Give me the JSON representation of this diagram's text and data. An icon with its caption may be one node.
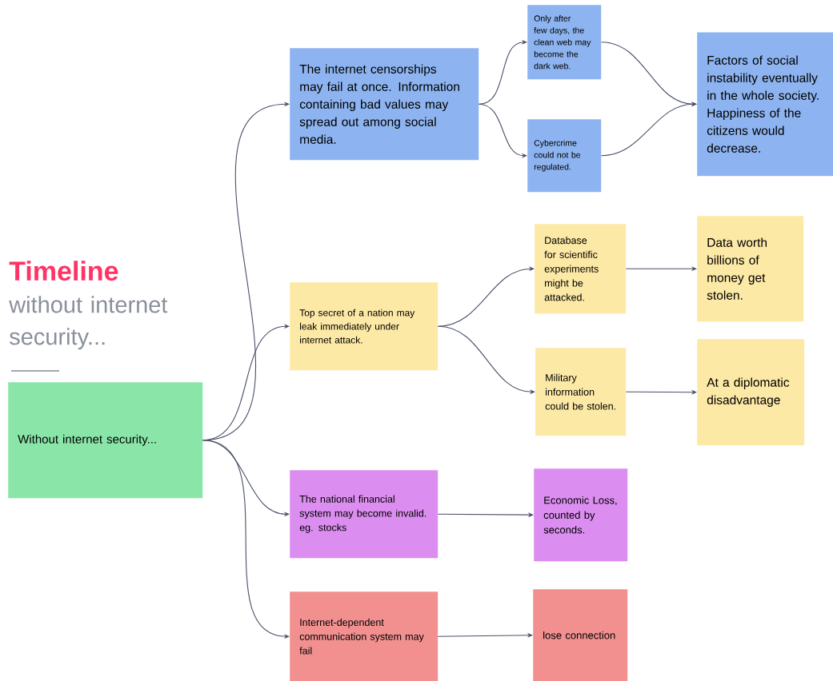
{
  "diagram": {
    "title": "Timeline",
    "labels": [
      "without internet security..."
    ],
    "nodes": [
      {
        "text": [
          "Without internet security..."
        ]
      },
      {
        "text": [
          "The internet censorships may fail at once. Information containing bad values may spread out among social media."
        ]
      },
      {
        "text": [
          "Only after few days, the clean web may become the dark web."
        ]
      },
      {
        "text": [
          "Cybercrime could not be regulated."
        ]
      },
      {
        "text": [
          "Factors of social instability eventually in the whole society. Happiness of the citizens would decrease."
        ]
      },
      {
        "text": [
          "Top secret of a nation may leak immediately under internet attack."
        ]
      },
      {
        "text": [
          "Database for scientific experiments might be attacked."
        ]
      },
      {
        "text": [
          "Data worth billions of money get stolen."
        ]
      },
      {
        "text": [
          "Military information could be stolen."
        ]
      },
      {
        "text": [
          "At a diplomatic disadvantage"
        ]
      },
      {
        "text": [
          "The national financial system may become invalid. eg. stocks"
        ]
      },
      {
        "text": [
          "Economic Loss, counted by seconds."
        ]
      },
      {
        "text": [
          "Internet-dependent communication system may fail"
        ]
      },
      {
        "text": [
          "lose connection"
        ]
      }
    ],
    "edges": [
      {
        "from": 0,
        "to": 1,
        "arrow": "to"
      },
      {
        "from": 0,
        "to": 5,
        "arrow": "to"
      },
      {
        "from": 0,
        "to": 10,
        "arrow": "to"
      },
      {
        "from": 0,
        "to": 12,
        "arrow": "to"
      },
      {
        "from": 1,
        "to": 2,
        "arrow": "to"
      },
      {
        "from": 1,
        "to": 3,
        "arrow": "to"
      },
      {
        "from": 2,
        "to": 4,
        "arrow": "to"
      },
      {
        "from": 3,
        "to": 4,
        "arrow": "to"
      },
      {
        "from": 5,
        "to": 6,
        "arrow": "to"
      },
      {
        "from": 5,
        "to": 8,
        "arrow": "to"
      },
      {
        "from": 6,
        "to": 7,
        "arrow": "to"
      },
      {
        "from": 8,
        "to": 9,
        "arrow": "to"
      },
      {
        "from": 10,
        "to": 11,
        "arrow": "to"
      },
      {
        "from": 12,
        "to": 13,
        "arrow": "to"
      }
    ]
  }
}
